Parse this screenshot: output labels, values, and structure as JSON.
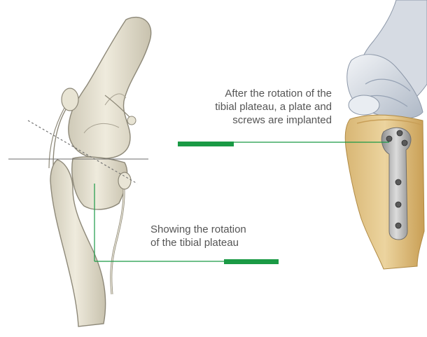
{
  "annotations": {
    "top": {
      "lines": [
        "After the rotation of the",
        "tibial plateau, a plate and",
        "screws are implanted"
      ]
    },
    "bottom": {
      "lines": [
        "Showing the rotation",
        "of the tibial plateau"
      ]
    }
  },
  "colors": {
    "accent": "#1a9a45",
    "label_text": "#555555",
    "bone": "#e9e5d6",
    "bone_shadow": "#b9b4a3",
    "ligament": "#d8dde4",
    "ligament_shadow": "#9aa4b4",
    "plate": "#b8b8b8",
    "anatomical_bone": "#e2c489",
    "anatomical_bone_dark": "#c49a4e"
  }
}
